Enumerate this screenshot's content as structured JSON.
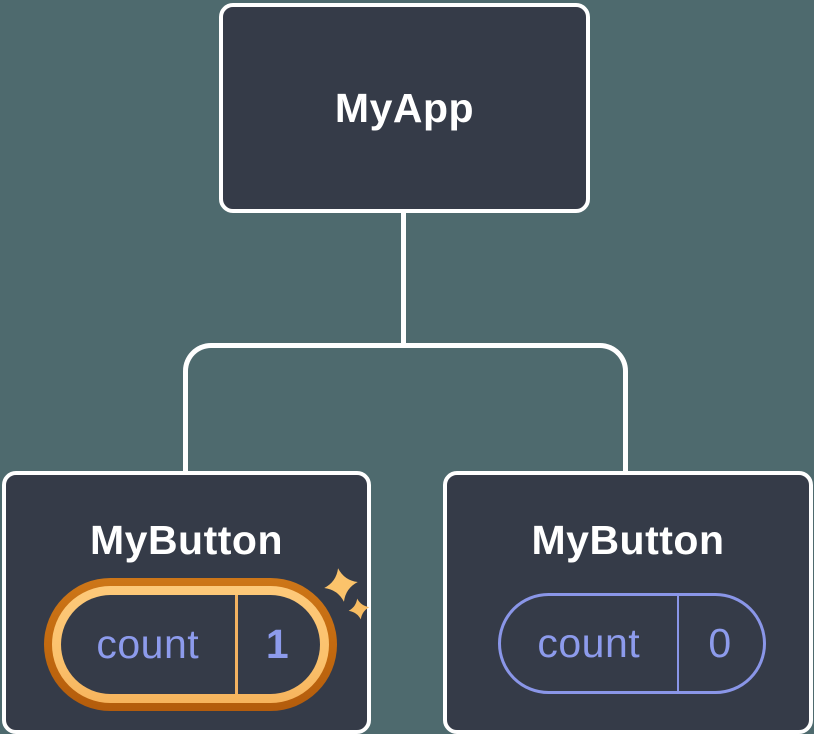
{
  "diagram": {
    "background_color": "#4e6a6e",
    "node_fill_color": "#353b48",
    "connector_color": "#ffffff",
    "state_text_color": "#8d9bec",
    "highlight_outer_color": "#c2690f",
    "highlight_inner_color": "#fbc26d",
    "root": {
      "label": "MyApp"
    },
    "children": [
      {
        "label": "MyButton",
        "state": {
          "name": "count",
          "value": "1"
        },
        "highlighted": true
      },
      {
        "label": "MyButton",
        "state": {
          "name": "count",
          "value": "0"
        },
        "highlighted": false
      }
    ]
  }
}
